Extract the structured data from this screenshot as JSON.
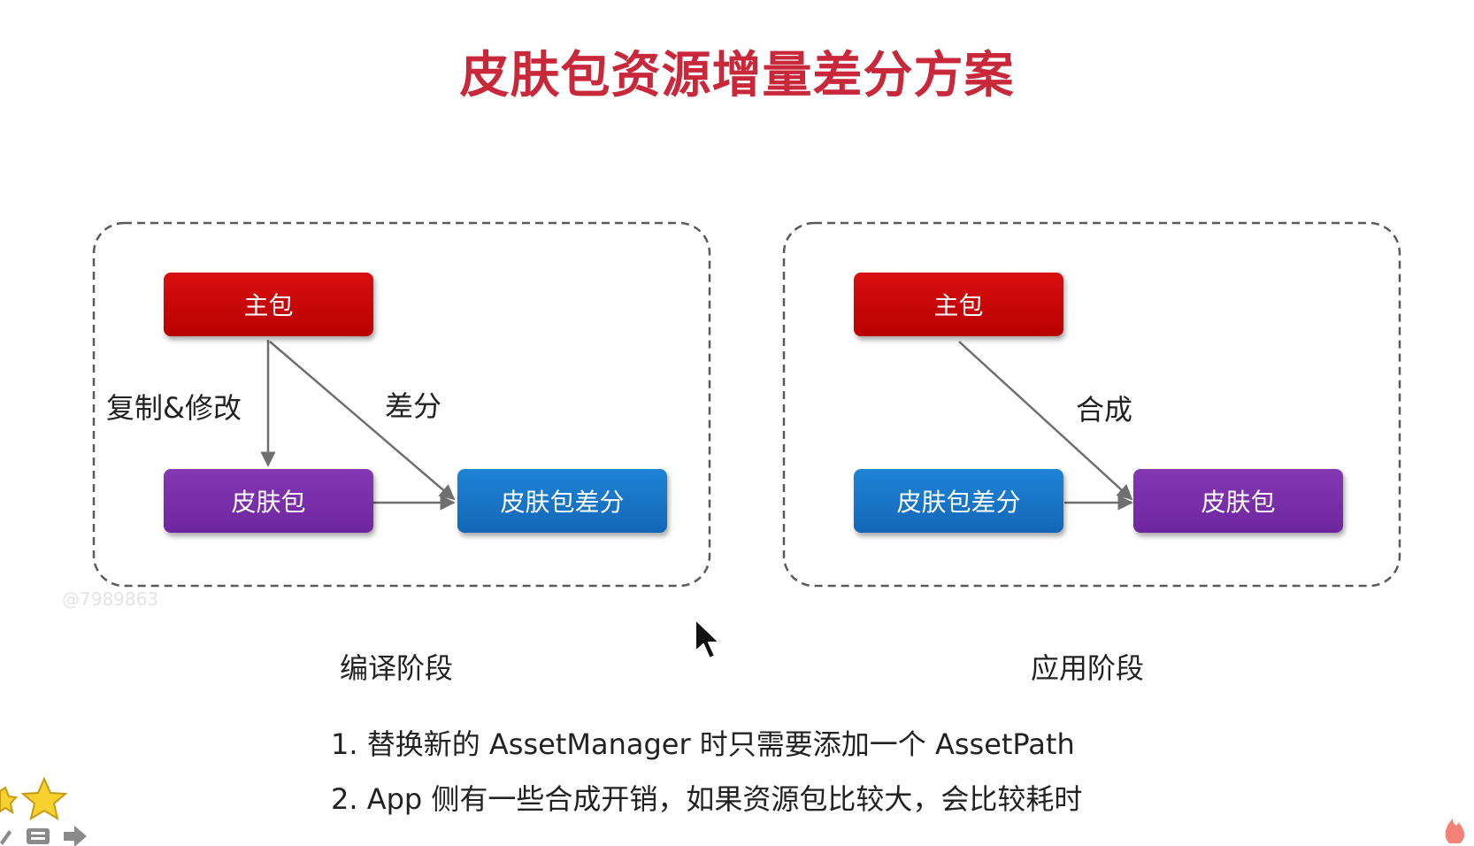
{
  "title": "皮肤包资源增量差分方案",
  "watermark": "@7989863",
  "compile": {
    "main": "主包",
    "skin": "皮肤包",
    "diff": "皮肤包差分",
    "edge_copy": "复制&修改",
    "edge_diff": "差分",
    "phase": "编译阶段"
  },
  "apply": {
    "main": "主包",
    "diff": "皮肤包差分",
    "skin": "皮肤包",
    "edge_merge": "合成",
    "phase": "应用阶段"
  },
  "notes": [
    "1. 替换新的 AssetManager 时只需要添加一个 AssetPath",
    "2. App 侧有一些合成开销，如果资源包比较大，会比较耗时"
  ],
  "colors": {
    "title": "#c8283a",
    "main_node": "#c80808",
    "skin_node": "#7a2fa8",
    "diff_node": "#1a76c8",
    "arrow": "#6f6f6f"
  }
}
